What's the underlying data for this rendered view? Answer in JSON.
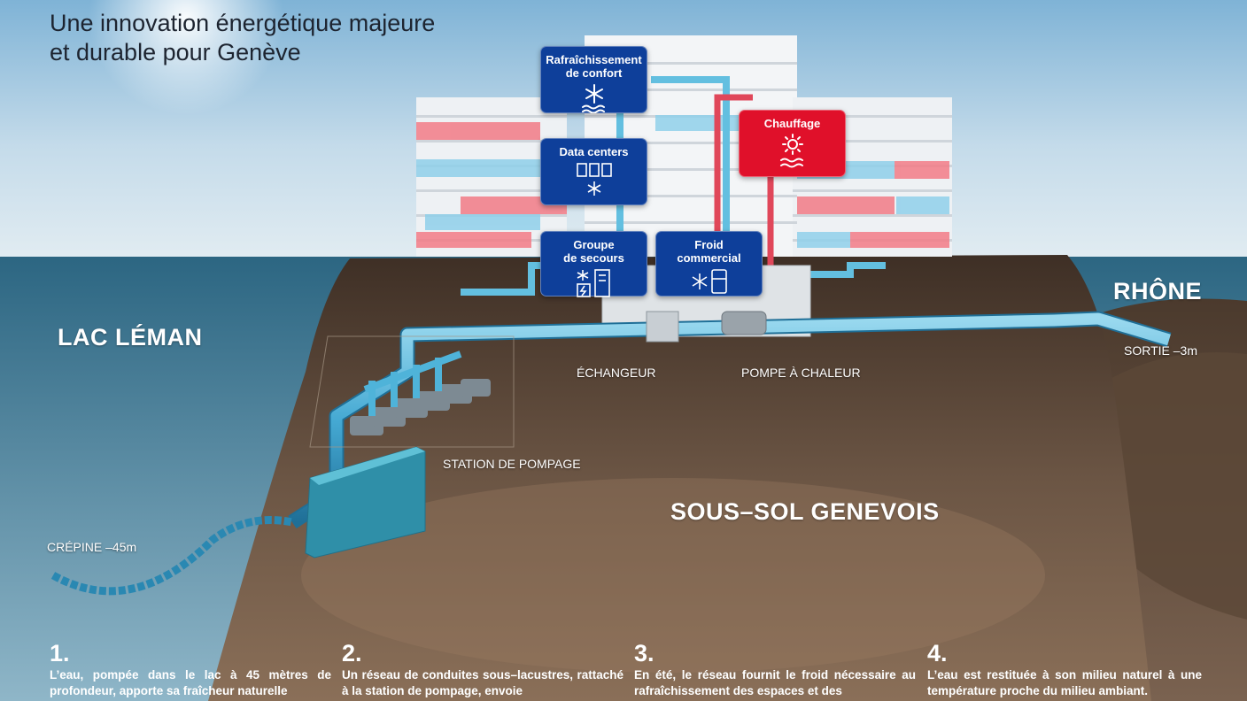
{
  "title": {
    "line1": "Une innovation énergétique majeure",
    "line2": "et durable pour Genève"
  },
  "regions": {
    "lake": "LAC LÉMAN",
    "river": "RHÔNE",
    "underground": "SOUS–SOL GENEVOIS"
  },
  "components": {
    "exchanger": "ÉCHANGEUR",
    "heat_pump": "POMPE À CHALEUR",
    "pumping_station": "STATION DE POMPAGE",
    "outlet": "SORTIE –3m",
    "intake": "CRÉPINE –45m"
  },
  "services": [
    {
      "line1": "Rafraîchissement",
      "line2": "de confort",
      "icon": "snowflake-waves-icon"
    },
    {
      "line1": "Data centers",
      "line2": "",
      "icon": "servers-snowflake-icon"
    },
    {
      "line1": "Groupe",
      "line2": "de secours",
      "icon": "backup-generator-icon"
    },
    {
      "line1": "Froid",
      "line2": "commercial",
      "icon": "fridge-snowflake-icon"
    },
    {
      "line1": "Chauffage",
      "line2": "",
      "icon": "sun-waves-icon"
    }
  ],
  "steps": [
    {
      "number": "1.",
      "text": "L’eau, pompée dans le lac à 45 mètres de profondeur, apporte sa fraîcheur naturelle"
    },
    {
      "number": "2.",
      "text": "Un réseau de conduites sous–lacustres, rattaché à la station de pompage, envoie"
    },
    {
      "number": "3.",
      "text": "En été, le réseau fournit le froid nécessaire au rafraîchissement des espaces et des"
    },
    {
      "number": "4.",
      "text": "L’eau est restituée à son milieu naturel à une température proche du milieu ambiant."
    }
  ],
  "colors": {
    "cold": "#0e3f9a",
    "heat": "#e0102a",
    "pipe": "#4fb3d9",
    "lake": "#2f6a86",
    "soil": "#5e4a3a",
    "sky": "#b9d4e6"
  }
}
